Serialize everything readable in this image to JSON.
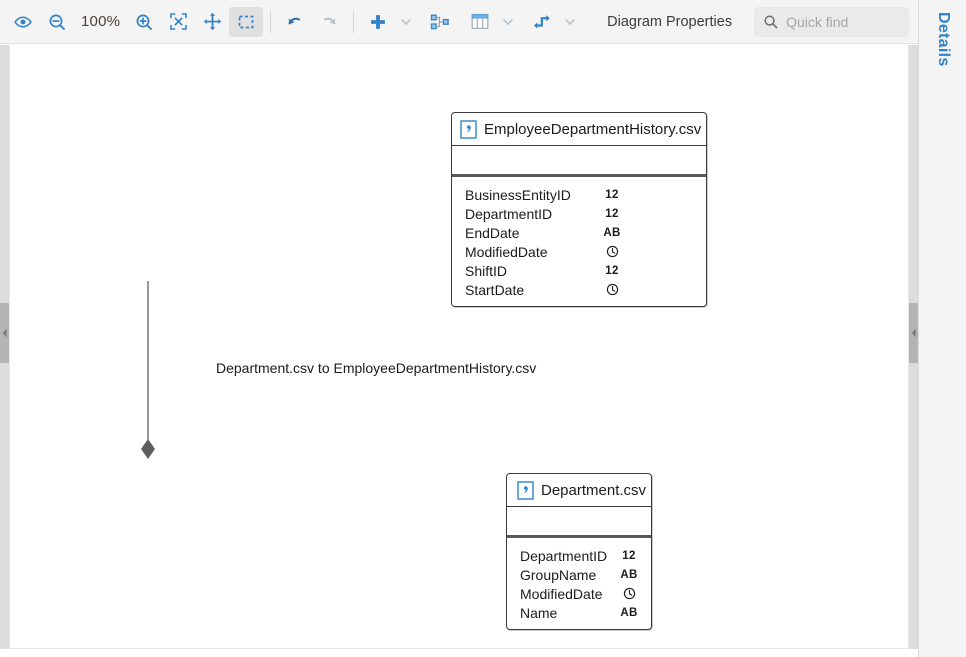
{
  "toolbar": {
    "zoom_level": "100%",
    "buttons": [
      {
        "name": "preview-eye-icon",
        "label": "Preview",
        "active": false
      },
      {
        "name": "zoom-out-icon",
        "label": "Zoom Out",
        "active": false
      },
      {
        "name": "zoom-level-display",
        "label": "100%",
        "active": false
      },
      {
        "name": "zoom-in-icon",
        "label": "Zoom In",
        "active": false
      },
      {
        "name": "fit-to-screen-icon",
        "label": "Fit to Screen",
        "active": false
      },
      {
        "name": "pan-tool-icon",
        "label": "Pan",
        "active": false
      },
      {
        "name": "marquee-select-icon",
        "label": "Select",
        "active": true
      },
      {
        "name": "undo-icon",
        "label": "Undo",
        "active": false
      },
      {
        "name": "redo-icon",
        "label": "Redo",
        "active": false
      },
      {
        "name": "add-icon",
        "label": "Add",
        "active": false
      },
      {
        "name": "auto-layout-icon",
        "label": "Auto Layout",
        "active": false
      },
      {
        "name": "table-view-icon",
        "label": "Table",
        "active": false
      },
      {
        "name": "connector-routing-icon",
        "label": "Connector Routing",
        "active": false
      }
    ],
    "diagram_properties_label": "Diagram Properties",
    "quick_find_placeholder": "Quick find",
    "quick_find_value": ""
  },
  "details_panel": {
    "tab_label": "Details"
  },
  "diagram": {
    "entities": [
      {
        "id": "employee-department-history",
        "title": "EmployeeDepartmentHistory.csv",
        "icon": "csv-file-icon",
        "fields": [
          {
            "name": "BusinessEntityID",
            "type": "12"
          },
          {
            "name": "DepartmentID",
            "type": "12"
          },
          {
            "name": "EndDate",
            "type": "AB"
          },
          {
            "name": "ModifiedDate",
            "type": "clock"
          },
          {
            "name": "ShiftID",
            "type": "12"
          },
          {
            "name": "StartDate",
            "type": "clock"
          }
        ]
      },
      {
        "id": "department",
        "title": "Department.csv",
        "icon": "csv-file-icon",
        "fields": [
          {
            "name": "DepartmentID",
            "type": "12"
          },
          {
            "name": "GroupName",
            "type": "AB"
          },
          {
            "name": "ModifiedDate",
            "type": "clock"
          },
          {
            "name": "Name",
            "type": "AB"
          }
        ]
      }
    ],
    "relationship": {
      "label": "Department.csv to EmployeeDepartmentHistory.csv",
      "from": "EmployeeDepartmentHistory.csv",
      "to": "Department.csv",
      "end_marker": "filled-diamond"
    }
  },
  "colors": {
    "accent": "#3183c8",
    "toolbar_bg": "#f4f4f4",
    "canvas_bg": "#ffffff",
    "entity_border": "#3a3a3a",
    "connector": "#6b6b6b"
  }
}
